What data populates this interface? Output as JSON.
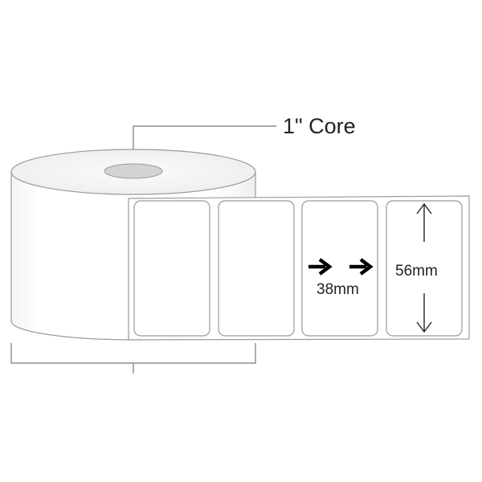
{
  "core_label": "1\" Core",
  "label_width_label": "38mm",
  "label_height_label": "56mm",
  "colors": {
    "outline": "#9a9a9a",
    "arrow": "#000000",
    "line": "#777777",
    "roll_face": "#f2f2f2",
    "core_hole": "#d3d3d3"
  },
  "label_count": 4
}
